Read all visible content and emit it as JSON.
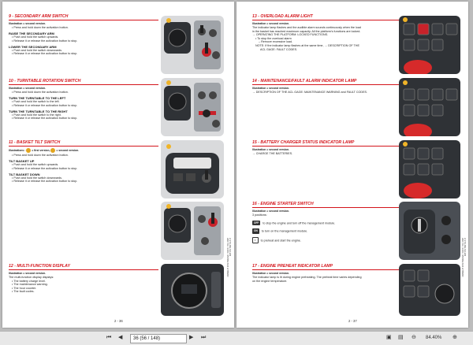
{
  "left_page": {
    "sections": [
      {
        "title": "9 - SECONDARY ARM SWITCH",
        "illustration": "Illustration = second version.",
        "lines": [
          "• Press and hold down the activation button."
        ],
        "groups": [
          {
            "heading": "RAISE THE SECONDARY ARM",
            "lines": [
              "• Push and hold the switch upwards.",
              "• Release it or release the activation button to stop."
            ]
          },
          {
            "heading": "LOWER THE SECONDARY ARM",
            "lines": [
              "• Push and hold the switch downwards.",
              "• Release it or release the activation button to stop."
            ]
          }
        ]
      },
      {
        "title": "10 - TURNTABLE ROTATION SWITCH",
        "illustration": "Illustration = second version.",
        "lines": [
          "• Press and hold down the activation button."
        ],
        "groups": [
          {
            "heading": "TURN THE TURNTABLE TO THE LEFT",
            "lines": [
              "• Push and hold the switch to the left.",
              "• Release it or release the activation button to stop."
            ]
          },
          {
            "heading": "TURN THE TURNTABLE TO THE RIGHT",
            "lines": [
              "• Push and hold the switch to the right.",
              "• Release it or release the activation button to stop."
            ]
          }
        ]
      },
      {
        "title": "11 - BASKET TILT SWITCH",
        "illustration_a": "Illustrations :",
        "illustration_b": "= first version,",
        "illustration_c": "= second version.",
        "lines": [
          "• Press and hold down the activation button."
        ],
        "groups": [
          {
            "heading": "TILT BASKET UP",
            "lines": [
              "• Push and hold the switch upwards.",
              "• Release it or release the activation button to stop."
            ]
          },
          {
            "heading": "TILT BASKET DOWN",
            "lines": [
              "• Push and hold the switch downwards.",
              "• Release it or release the activation button to stop."
            ]
          }
        ]
      },
      {
        "title": "12 - MULTI-FUNCTION DISPLAY",
        "illustration": "Illustration = second version.",
        "lines": [
          "The multi-function display displays:",
          "• The battery charge level.",
          "• The maintenance warning.",
          "• The hour counter.",
          "• The fault codes."
        ]
      }
    ],
    "page_number": "2 - 36",
    "side_text": [
      "2-37A-DE-SA-EN",
      "220 TR / 4470 / 4570M-SX4 HYBRID"
    ]
  },
  "right_page": {
    "sections": [
      {
        "title": "13 - OVERLOAD ALARM LIGHT",
        "illustration": "Illustration = second version.",
        "lines": [
          "The indicator lamp flashes and the audible alarm sounds continuously when the load",
          "in the basket has reached maximum capacity. All the platform's functions are locked.",
          "→ OPERATING THE PLATFORM: LOCKED FUNCTIONS.",
          "• To stop the overload alarm",
          "– Remove excessive load.",
          "NOTE: If the indicator lamp     flashes at the same time, → DESCRIPTION OF THE",
          "ACL GAGE: FAULT CODES."
        ]
      },
      {
        "title": "14 - MAINTENANCE/FAULT ALARM INDICATOR LAMP",
        "illustration": "Illustration = second version.",
        "lines": [
          "→ DESCRIPTION OF THE ACL GAGE: MAINTENANCE WARNING and FAULT CODES."
        ]
      },
      {
        "title": "15 - BATTERY CHARGER STATUS INDICATOR LAMP",
        "illustration": "Illustration = second version.",
        "lines": [
          "→ CHARGE THE BATTERIES."
        ]
      },
      {
        "title": "16 - ENGINE STARTER SWITCH",
        "illustration": "Illustration = second version.",
        "intro": "3 positions:",
        "items": [
          {
            "tag": "OFF",
            "text": "to stop the engine and turn off the management module."
          },
          {
            "tag": "ON",
            "text": "to turn on the management module."
          },
          {
            "tag": "",
            "text": "to preheat and start the engine."
          }
        ]
      },
      {
        "title": "17 - ENGINE PREHEAT INDICATOR LAMP",
        "illustration": "Illustration = second version.",
        "lines": [
          "The indicator lamp is lit during engine preheating. The preheat time varies depending",
          "on the engine temperature."
        ]
      }
    ],
    "page_number": "2 - 37",
    "side_text": [
      "2-37A-DE-SA-EN",
      "220 TR / 4470 / 4570M-SX4 HYBRID"
    ]
  },
  "toolbar": {
    "page_value": "36 (56 / 148)",
    "zoom_value": "84.40%"
  },
  "colors": {
    "accent": "#d4141b",
    "panel": "#2f3236",
    "viewer_bg": "#bdbdbd"
  }
}
